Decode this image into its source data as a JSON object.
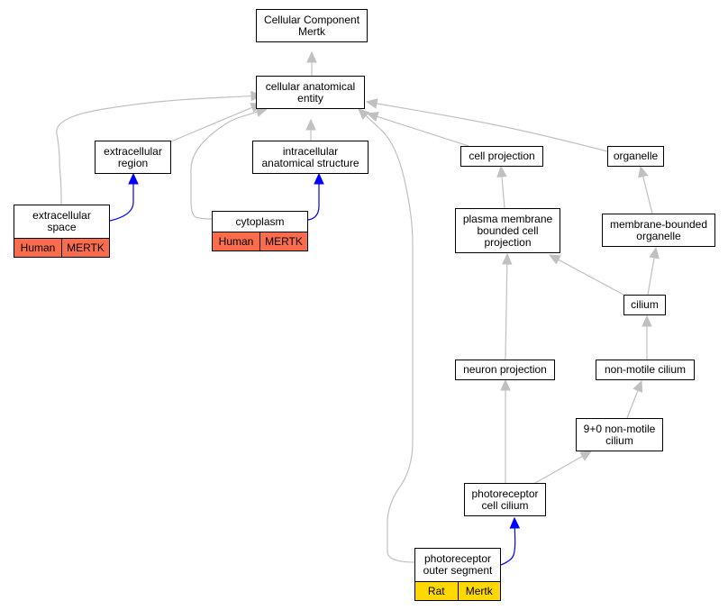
{
  "colors": {
    "edge_default": "#c0c0c0",
    "edge_highlight": "#0000ff",
    "human": "#fa6c4c",
    "rat": "#ffd800"
  },
  "nodes": [
    {
      "id": "cc",
      "label": "Cellular Component\nMertk"
    },
    {
      "id": "cae",
      "label": "cellular anatomical\nentity"
    },
    {
      "id": "er",
      "label": "extracellular\nregion"
    },
    {
      "id": "ias",
      "label": "intracellular\nanatomical structure"
    },
    {
      "id": "cp",
      "label": "cell projection"
    },
    {
      "id": "org",
      "label": "organelle"
    },
    {
      "id": "es",
      "label": "extracellular\nspace",
      "tags": [
        {
          "text": "Human",
          "color": "human"
        },
        {
          "text": "MERTK",
          "color": "human"
        }
      ]
    },
    {
      "id": "cyto",
      "label": "cytoplasm",
      "tags": [
        {
          "text": "Human",
          "color": "human"
        },
        {
          "text": "MERTK",
          "color": "human"
        }
      ]
    },
    {
      "id": "pmbcp",
      "label": "plasma membrane\nbounded cell\nprojection"
    },
    {
      "id": "mbo",
      "label": "membrane-bounded\norganelle"
    },
    {
      "id": "cil",
      "label": "cilium"
    },
    {
      "id": "np",
      "label": "neuron projection"
    },
    {
      "id": "nmc",
      "label": "non-motile cilium"
    },
    {
      "id": "nmc90",
      "label": "9+0 non-motile\ncilium"
    },
    {
      "id": "pcc",
      "label": "photoreceptor\ncell cilium"
    },
    {
      "id": "pos",
      "label": "photoreceptor\nouter segment",
      "tags": [
        {
          "text": "Rat",
          "color": "rat"
        },
        {
          "text": "Mertk",
          "color": "rat"
        }
      ]
    }
  ],
  "edges": [
    {
      "from": "cae",
      "to": "cc",
      "kind": "is_a"
    },
    {
      "from": "er",
      "to": "cae",
      "kind": "is_a"
    },
    {
      "from": "es",
      "to": "cae",
      "kind": "is_a"
    },
    {
      "from": "ias",
      "to": "cae",
      "kind": "is_a"
    },
    {
      "from": "cyto",
      "to": "cae",
      "kind": "is_a"
    },
    {
      "from": "pos",
      "to": "cae",
      "kind": "is_a"
    },
    {
      "from": "cp",
      "to": "cae",
      "kind": "is_a"
    },
    {
      "from": "org",
      "to": "cae",
      "kind": "is_a"
    },
    {
      "from": "es",
      "to": "er",
      "kind": "part_of"
    },
    {
      "from": "cyto",
      "to": "ias",
      "kind": "part_of"
    },
    {
      "from": "pmbcp",
      "to": "cp",
      "kind": "is_a"
    },
    {
      "from": "mbo",
      "to": "org",
      "kind": "is_a"
    },
    {
      "from": "cil",
      "to": "pmbcp",
      "kind": "is_a"
    },
    {
      "from": "cil",
      "to": "mbo",
      "kind": "is_a"
    },
    {
      "from": "np",
      "to": "pmbcp",
      "kind": "is_a"
    },
    {
      "from": "nmc",
      "to": "cil",
      "kind": "is_a"
    },
    {
      "from": "nmc90",
      "to": "nmc",
      "kind": "is_a"
    },
    {
      "from": "pcc",
      "to": "np",
      "kind": "is_a"
    },
    {
      "from": "pcc",
      "to": "nmc90",
      "kind": "is_a"
    },
    {
      "from": "pos",
      "to": "pcc",
      "kind": "part_of"
    }
  ]
}
